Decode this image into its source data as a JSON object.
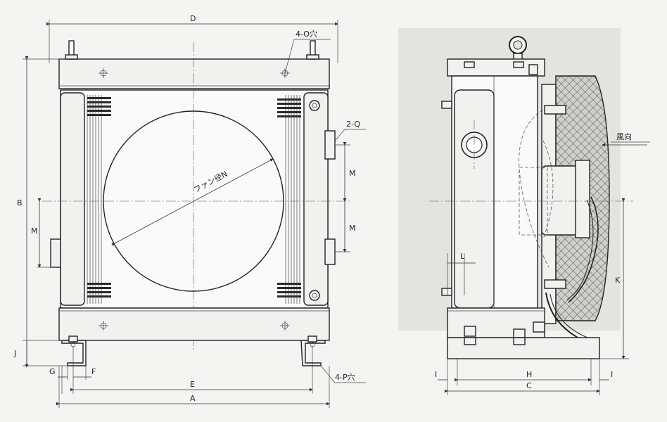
{
  "labels": {
    "D": "D",
    "B": "B",
    "J": "J",
    "G": "G",
    "F": "F",
    "E": "E",
    "A": "A",
    "M": "M",
    "holes_O": "4-O穴",
    "ports_Q": "2-Q",
    "holes_P": "4-P穴",
    "fan": "ファン径N",
    "wind": "風向",
    "L": "L",
    "K": "K",
    "I": "I",
    "H": "H",
    "C": "C"
  }
}
